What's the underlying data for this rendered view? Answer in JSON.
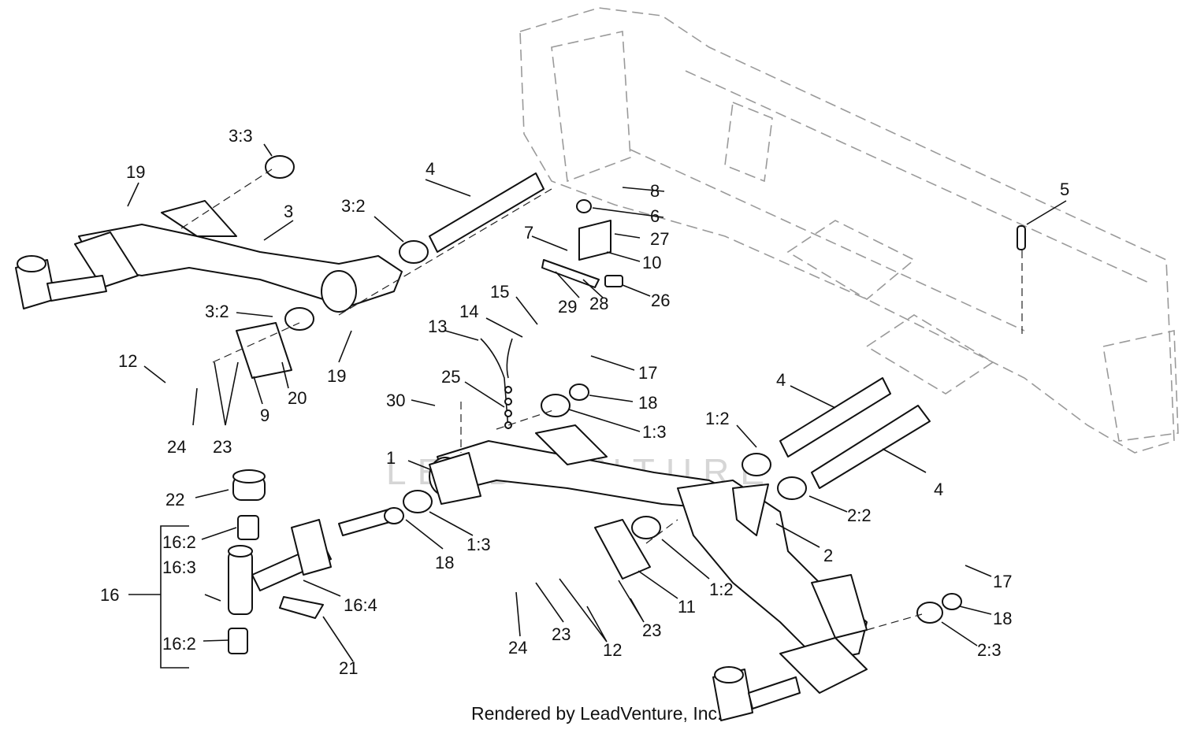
{
  "watermark": "LEADVENTURE",
  "credit": "Rendered by LeadVenture, Inc.",
  "group_label": "16",
  "callouts": {
    "c1": "1",
    "c1_2a": "1:2",
    "c1_2b": "1:2",
    "c1_3a": "1:3",
    "c1_3b": "1:3",
    "c2": "2",
    "c2_2": "2:2",
    "c2_3": "2:3",
    "c3": "3",
    "c3_2a": "3:2",
    "c3_2b": "3:2",
    "c3_3": "3:3",
    "c4a": "4",
    "c4b": "4",
    "c4c": "4",
    "c5": "5",
    "c6": "6",
    "c7": "7",
    "c8": "8",
    "c9": "9",
    "c10": "10",
    "c11": "11",
    "c12a": "12",
    "c12b": "12",
    "c13": "13",
    "c14": "14",
    "c15": "15",
    "c16_2a": "16:2",
    "c16_2b": "16:2",
    "c16_3": "16:3",
    "c16_4": "16:4",
    "c17a": "17",
    "c17b": "17",
    "c18a": "18",
    "c18b": "18",
    "c18c": "18",
    "c19a": "19",
    "c19b": "19",
    "c20": "20",
    "c21": "21",
    "c22": "22",
    "c23a": "23",
    "c23b": "23",
    "c23c": "23",
    "c24a": "24",
    "c24b": "24",
    "c25": "25",
    "c26": "26",
    "c27": "27",
    "c28": "28",
    "c29": "29",
    "c30": "30"
  }
}
